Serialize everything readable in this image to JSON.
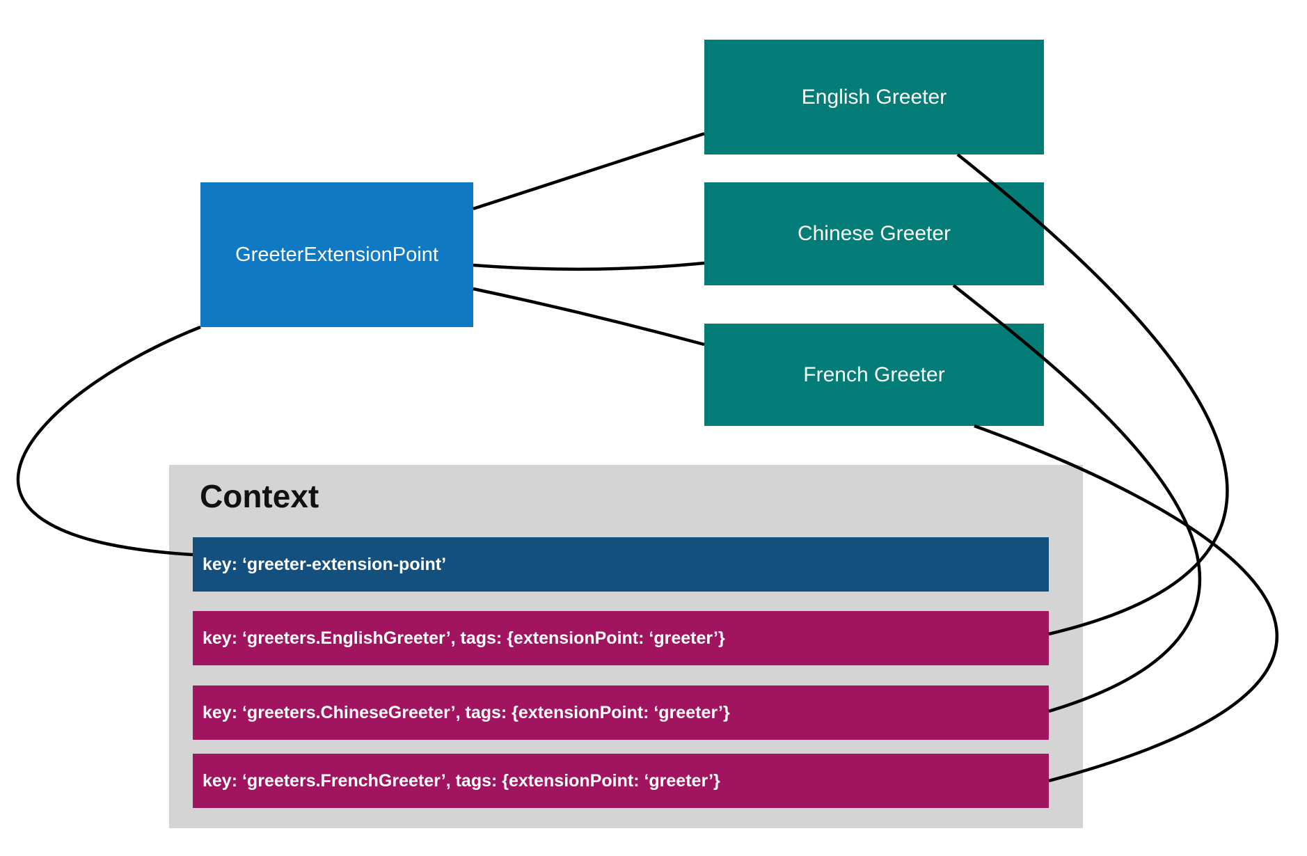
{
  "diagram": {
    "extension_point": {
      "label": "GreeterExtensionPoint"
    },
    "greeters": [
      {
        "label": "English Greeter"
      },
      {
        "label": "Chinese Greeter"
      },
      {
        "label": "French Greeter"
      }
    ],
    "context": {
      "title": "Context",
      "entries": [
        {
          "text": "key: ‘greeter-extension-point’",
          "kind": "extension-point-key"
        },
        {
          "text": "key: ‘greeters.EnglishGreeter’, tags: {extensionPoint: ‘greeter’}",
          "kind": "greeter-key"
        },
        {
          "text": "key: ‘greeters.ChineseGreeter’, tags: {extensionPoint: ‘greeter’}",
          "kind": "greeter-key"
        },
        {
          "text": "key: ‘greeters.FrenchGreeter’, tags: {extensionPoint: ‘greeter’}",
          "kind": "greeter-key"
        }
      ]
    },
    "connectors": [
      {
        "from": "GreeterExtensionPoint",
        "to": "English Greeter"
      },
      {
        "from": "GreeterExtensionPoint",
        "to": "Chinese Greeter"
      },
      {
        "from": "GreeterExtensionPoint",
        "to": "French Greeter"
      },
      {
        "from": "GreeterExtensionPoint",
        "to": "key: ‘greeter-extension-point’"
      },
      {
        "from": "English Greeter",
        "to": "key: ‘greeters.EnglishGreeter’"
      },
      {
        "from": "Chinese Greeter",
        "to": "key: ‘greeters.ChineseGreeter’"
      },
      {
        "from": "French Greeter",
        "to": "key: ‘greeters.FrenchGreeter’"
      }
    ],
    "colors": {
      "extension_point_blue": "#0f79c4",
      "greeter_teal": "#047c77",
      "context_gray": "#d4d4d4",
      "key_navy": "#14507e",
      "key_magenta": "#a1145f",
      "connector_black": "#000000",
      "text_white": "#ffffff",
      "title_black": "#111111"
    }
  }
}
